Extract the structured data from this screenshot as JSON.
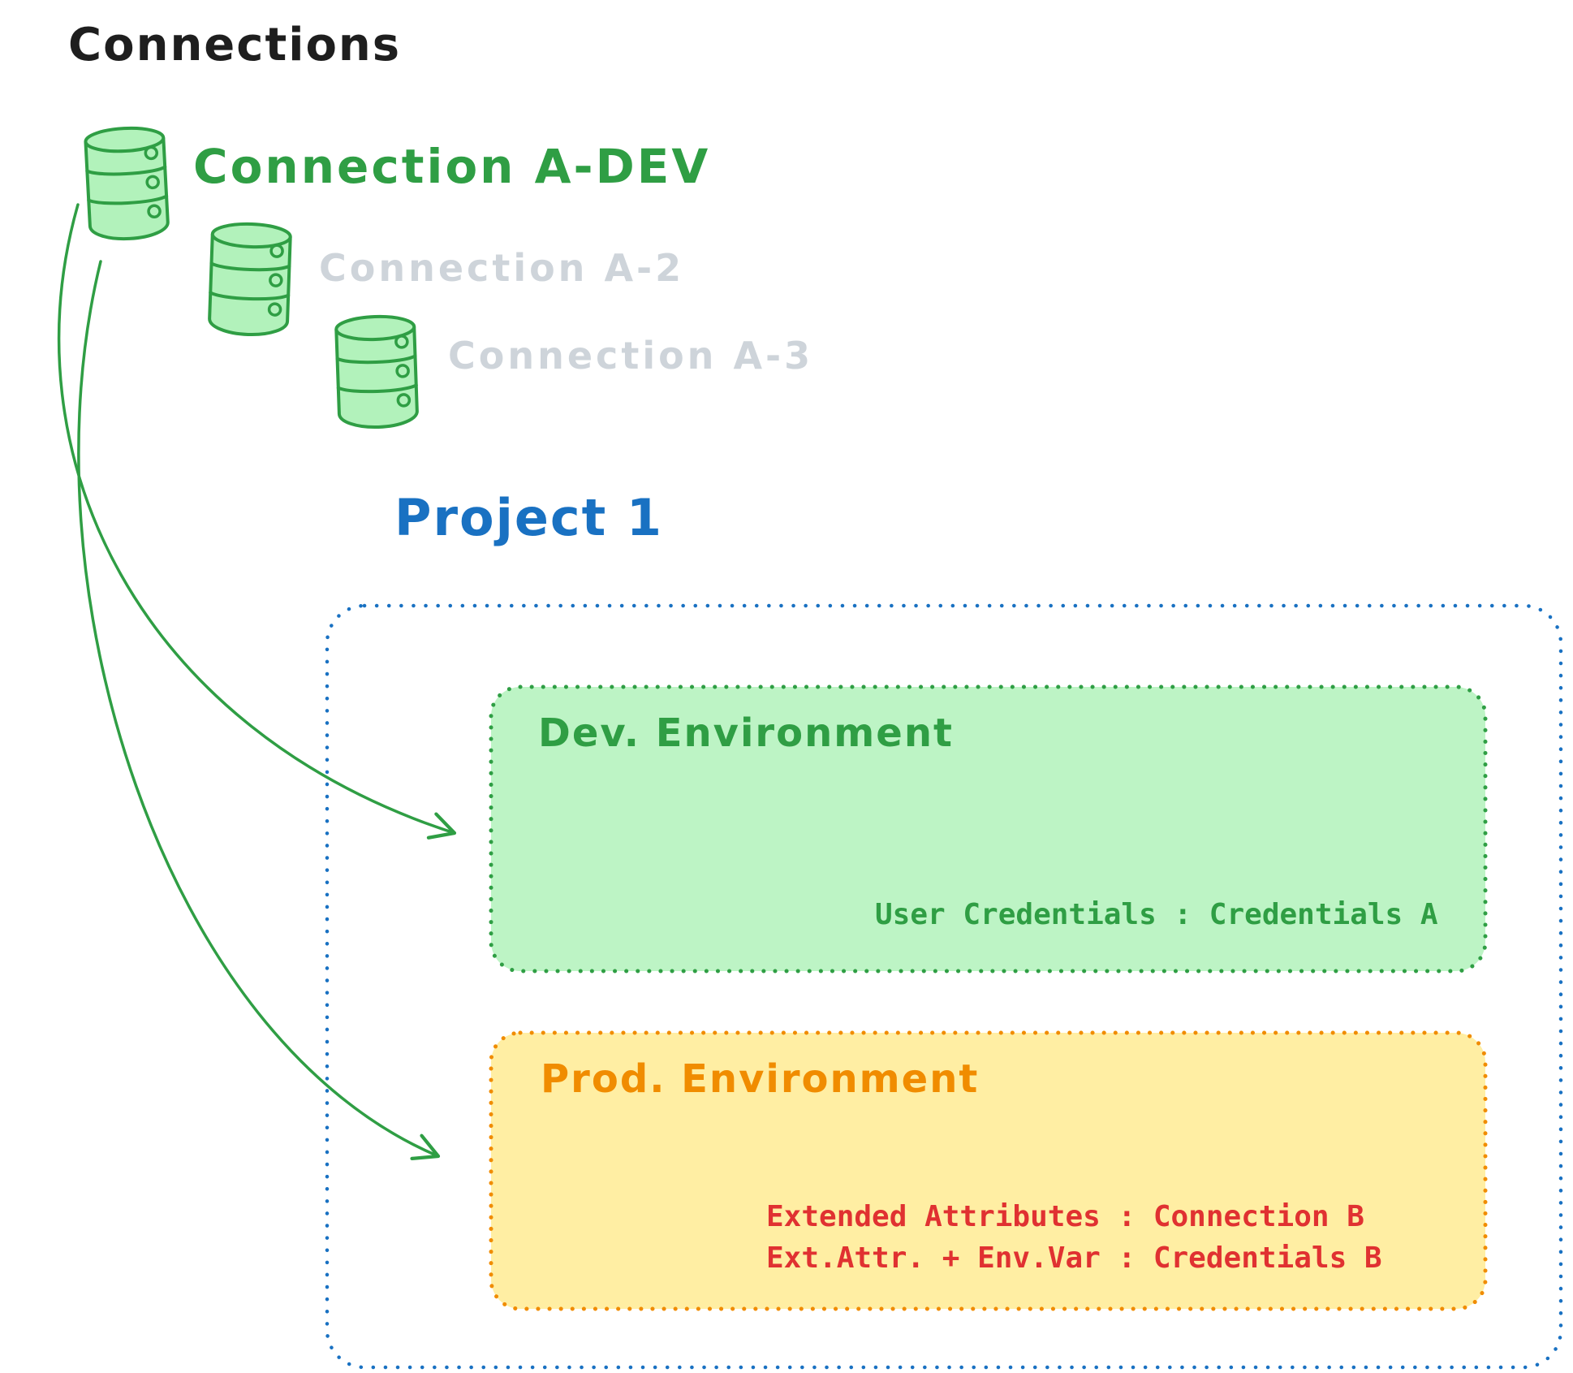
{
  "title": "Connections",
  "connections": {
    "primary": {
      "label": "Connection A-DEV"
    },
    "secondary": {
      "label": "Connection A-2"
    },
    "tertiary": {
      "label": "Connection A-3"
    }
  },
  "project": {
    "title": "Project 1",
    "dev_environment": {
      "name": "Dev. Environment",
      "credentials_line": "User Credentials : Credentials A"
    },
    "prod_environment": {
      "name": "Prod. Environment",
      "line1": "Extended Attributes : Connection B",
      "line2": "Ext.Attr. + Env.Var : Credentials B"
    }
  },
  "icons": {
    "database": "database-cylinder-icon",
    "arrow": "green-curved-arrow"
  },
  "colors": {
    "green": "#2f9e44",
    "green_fill": "#b2f2bb",
    "inactive_gray": "#ced4da",
    "blue": "#1971c2",
    "orange": "#f08c00",
    "yellow_fill": "#ffec99",
    "red": "#e03131",
    "text_black": "#1e1e1e",
    "background": "#ffffff"
  }
}
